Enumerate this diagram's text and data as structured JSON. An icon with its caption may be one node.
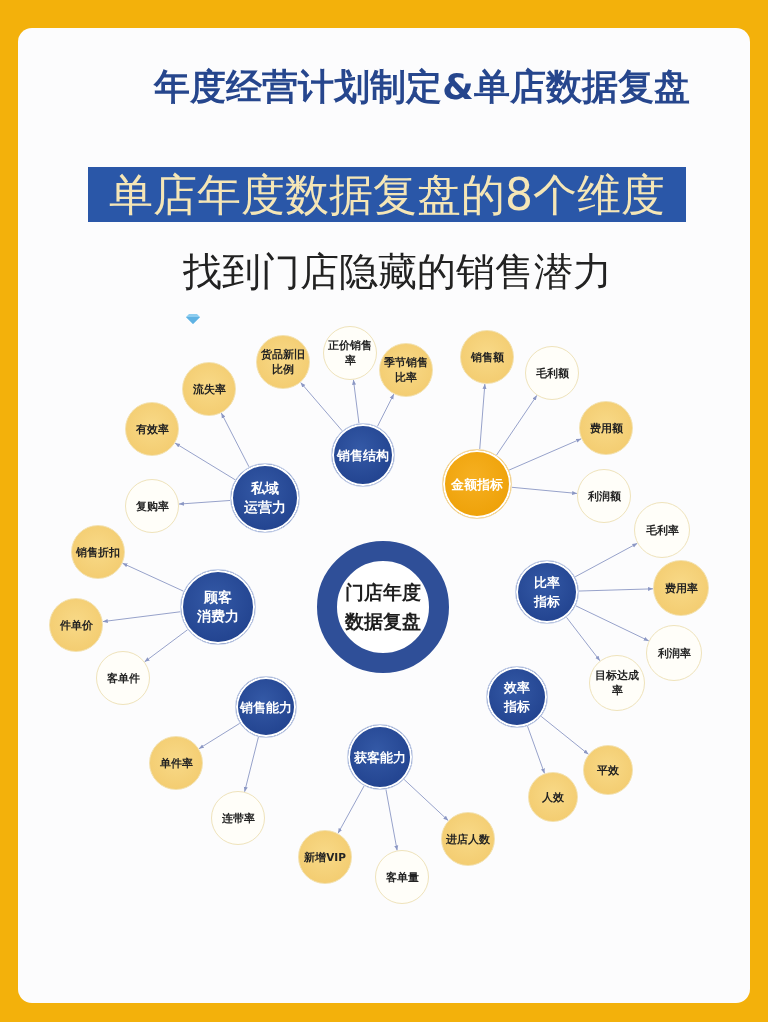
{
  "diagram": {
    "title": "年度经营计划制定&单店数据复盘",
    "nodes": [
      {
        "text": [
          "单店年度数据复盘的8个维度"
        ]
      },
      {
        "text": [
          "门店年度数据复盘"
        ]
      },
      {
        "text": [
          "销售结构"
        ]
      },
      {
        "text": [
          "货品新旧比例"
        ]
      },
      {
        "text": [
          "正价销售率"
        ]
      },
      {
        "text": [
          "季节销售比率"
        ]
      },
      {
        "text": [
          "金额指标"
        ]
      },
      {
        "text": [
          "销售额"
        ]
      },
      {
        "text": [
          "毛利额"
        ]
      },
      {
        "text": [
          "费用额"
        ]
      },
      {
        "text": [
          "利润额"
        ]
      },
      {
        "text": [
          "比率指标"
        ]
      },
      {
        "text": [
          "毛利率"
        ]
      },
      {
        "text": [
          "费用率"
        ]
      },
      {
        "text": [
          "利润率"
        ]
      },
      {
        "text": [
          "目标达成率"
        ]
      },
      {
        "text": [
          "效率指标"
        ]
      },
      {
        "text": [
          "人效"
        ]
      },
      {
        "text": [
          "平效"
        ]
      },
      {
        "text": [
          "获客能力"
        ]
      },
      {
        "text": [
          "新增VIP"
        ]
      },
      {
        "text": [
          "客单量"
        ]
      },
      {
        "text": [
          "进店人数"
        ]
      },
      {
        "text": [
          "销售能力"
        ]
      },
      {
        "text": [
          "单件率"
        ]
      },
      {
        "text": [
          "连带率"
        ]
      },
      {
        "text": [
          "顾客消费力"
        ]
      },
      {
        "text": [
          "销售折扣"
        ]
      },
      {
        "text": [
          "件单价"
        ]
      },
      {
        "text": [
          "客单件"
        ]
      },
      {
        "text": [
          "私域运营力"
        ]
      },
      {
        "text": [
          "流失率"
        ]
      },
      {
        "text": [
          "有效率"
        ]
      },
      {
        "text": [
          "复购率"
        ]
      }
    ],
    "edges": [
      {
        "from": 2,
        "to": 3,
        "arrow": "to"
      },
      {
        "from": 2,
        "to": 4,
        "arrow": "to"
      },
      {
        "from": 2,
        "to": 5,
        "arrow": "to"
      },
      {
        "from": 6,
        "to": 7,
        "arrow": "to"
      },
      {
        "from": 6,
        "to": 8,
        "arrow": "to"
      },
      {
        "from": 6,
        "to": 9,
        "arrow": "to"
      },
      {
        "from": 6,
        "to": 10,
        "arrow": "to"
      },
      {
        "from": 11,
        "to": 12,
        "arrow": "to"
      },
      {
        "from": 11,
        "to": 13,
        "arrow": "to"
      },
      {
        "from": 11,
        "to": 14,
        "arrow": "to"
      },
      {
        "from": 11,
        "to": 15,
        "arrow": "to"
      },
      {
        "from": 16,
        "to": 17,
        "arrow": "to"
      },
      {
        "from": 16,
        "to": 18,
        "arrow": "to"
      },
      {
        "from": 19,
        "to": 20,
        "arrow": "to"
      },
      {
        "from": 19,
        "to": 21,
        "arrow": "to"
      },
      {
        "from": 19,
        "to": 22,
        "arrow": "to"
      },
      {
        "from": 23,
        "to": 24,
        "arrow": "to"
      },
      {
        "from": 23,
        "to": 25,
        "arrow": "to"
      },
      {
        "from": 26,
        "to": 27,
        "arrow": "to"
      },
      {
        "from": 26,
        "to": 28,
        "arrow": "to"
      },
      {
        "from": 26,
        "to": 29,
        "arrow": "to"
      },
      {
        "from": 30,
        "to": 31,
        "arrow": "to"
      },
      {
        "from": 30,
        "to": 32,
        "arrow": "to"
      },
      {
        "from": 30,
        "to": 33,
        "arrow": "to"
      }
    ],
    "labels": [
      "找到门店隐藏的销售潜力"
    ]
  }
}
